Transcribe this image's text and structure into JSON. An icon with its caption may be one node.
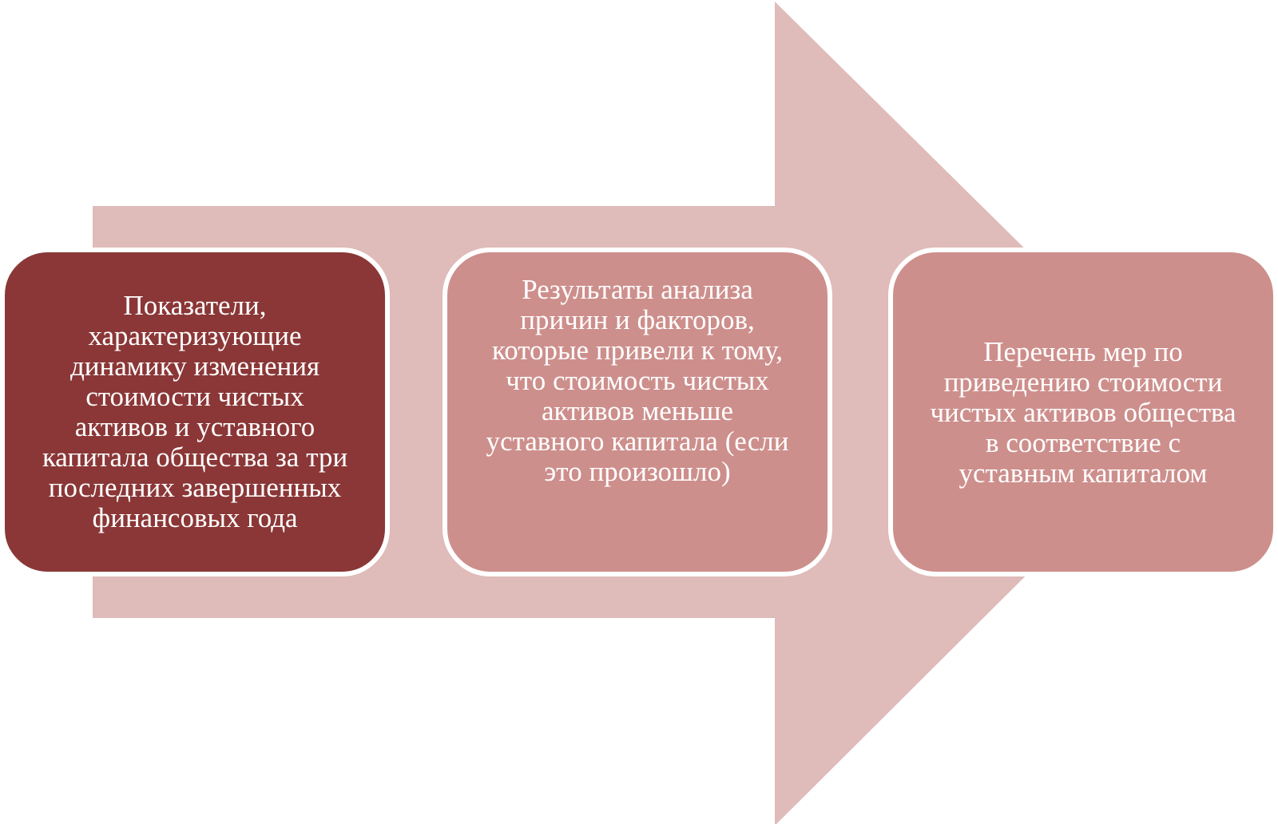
{
  "diagram": {
    "nodes": [
      {
        "text": [
          "Показатели, характеризующие динамику изменения стоимости чистых активов и уставного капитала общества за три последних завершенных финансовых года"
        ]
      },
      {
        "text": [
          "Результаты анализа причин и факторов, которые привели к тому, что стоимость чистых активов меньше уставного капитала (если это произошло)"
        ]
      },
      {
        "text": [
          "Перечень мер по приведению стоимости чистых активов общества в соответствие с уставным капиталом"
        ]
      }
    ],
    "edges": [
      {
        "from": 0,
        "to": 2,
        "arrow": "to",
        "style": "thick"
      }
    ]
  }
}
